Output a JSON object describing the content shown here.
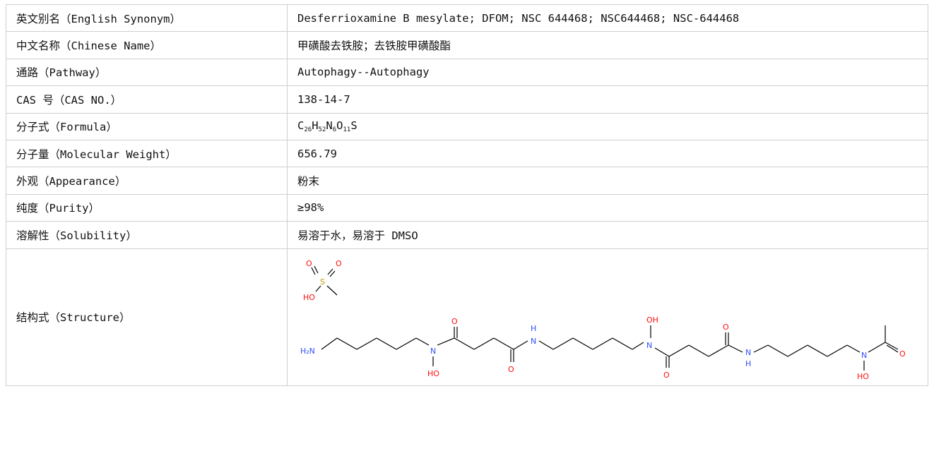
{
  "rows": [
    {
      "label": "英文别名（English Synonym）",
      "value": "Desferrioxamine B mesylate; DFOM; NSC 644468; NSC644468; NSC-644468"
    },
    {
      "label": "中文名称（Chinese Name）",
      "value": "甲磺酸去铁胺；去铁胺甲磺酸酯"
    },
    {
      "label": "通路（Pathway）",
      "value": "Autophagy--Autophagy"
    },
    {
      "label": "CAS 号（CAS NO.）",
      "value": "138-14-7"
    },
    {
      "label": "分子式（Formula）",
      "formula": [
        {
          "t": "C"
        },
        {
          "sub": "26"
        },
        {
          "t": "H"
        },
        {
          "sub": "52"
        },
        {
          "t": "N"
        },
        {
          "sub": "6"
        },
        {
          "t": "O"
        },
        {
          "sub": "11"
        },
        {
          "t": "S"
        }
      ]
    },
    {
      "label": "分子量（Molecular Weight）",
      "value": "656.79"
    },
    {
      "label": "外观（Appearance）",
      "value": "粉末"
    },
    {
      "label": "纯度（Purity）",
      "value": "≥98%"
    },
    {
      "label": "溶解性（Solubility）",
      "value": "易溶于水，易溶于 DMSO"
    },
    {
      "label": "结构式（Structure）"
    }
  ],
  "structure_atoms": {
    "o": "O",
    "oh": "OH",
    "ho": "HO",
    "s": "S",
    "nh": "N",
    "h": "H",
    "h2n": "H₂N"
  },
  "colors": {
    "oxygen": "#ff0d0d",
    "nitrogen": "#3050f8",
    "sulfur": "#b8a000",
    "border": "#cfcfcf"
  }
}
